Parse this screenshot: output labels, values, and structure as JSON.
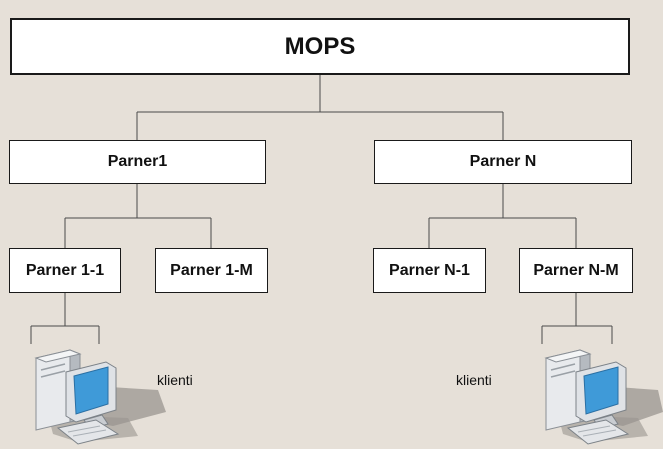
{
  "nodes": {
    "root": "MOPS",
    "partner_1": "Parner1",
    "partner_n": "Parner N",
    "partner_1_1": "Parner 1-1",
    "partner_1_m": "Parner 1-M",
    "partner_n_1": "Parner N-1",
    "partner_n_m": "Parner N-M"
  },
  "captions": {
    "left": "klienti",
    "right": "klienti"
  },
  "icons": {
    "left_computer": "desktop-computer-icon",
    "right_computer": "desktop-computer-icon"
  },
  "colors": {
    "background": "#e6e0d8",
    "box_fill": "#ffffff",
    "line": "#333333",
    "screen": "#3f9ad8"
  }
}
